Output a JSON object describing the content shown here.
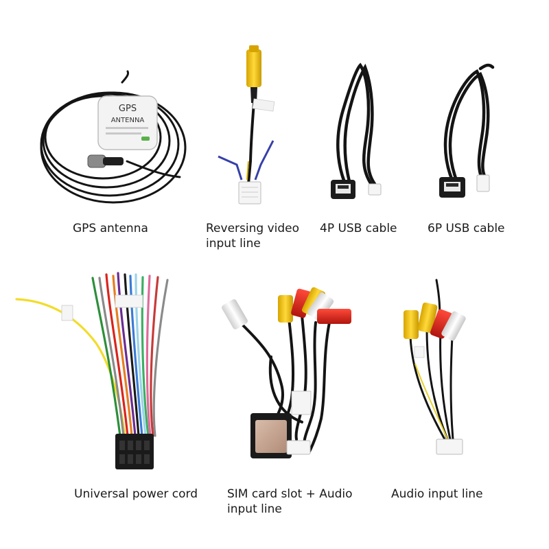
{
  "products": [
    {
      "caption": [
        "GPS antenna"
      ],
      "label_lines": [
        "GPS",
        "ANTENNA"
      ]
    },
    {
      "caption": [
        "Reversing video",
        "input line"
      ]
    },
    {
      "caption": [
        "4P USB cable"
      ]
    },
    {
      "caption": [
        "6P USB cable"
      ]
    },
    {
      "caption": [
        "Universal power cord"
      ]
    },
    {
      "caption": [
        "SIM card slot + Audio",
        "input line"
      ]
    },
    {
      "caption": [
        "Audio input line"
      ]
    }
  ],
  "colors": {
    "cable": "#141414",
    "rca_yellow": "#f2c21a",
    "rca_red": "#d9241c",
    "rca_white": "#ececec",
    "connector_white": "#f4f4f4",
    "sim_plate": "#c9a894"
  }
}
